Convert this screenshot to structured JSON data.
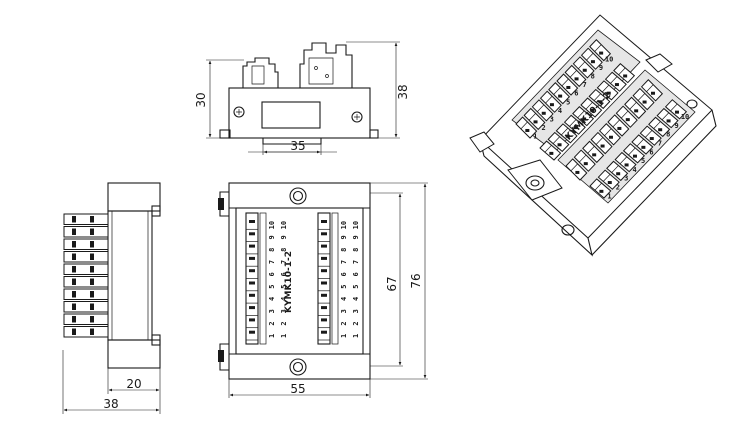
{
  "model": "KYMK10-1-2",
  "terminal_numbers": [
    "1",
    "2",
    "3",
    "4",
    "5",
    "6",
    "7",
    "8",
    "9",
    "10"
  ],
  "dimensions": {
    "top_height": "30",
    "top_total_height": "38",
    "top_rail_width": "35",
    "front_inner_height": "67",
    "front_total_height": "76",
    "front_width": "55",
    "side_depth": "20",
    "side_total_depth": "38"
  }
}
